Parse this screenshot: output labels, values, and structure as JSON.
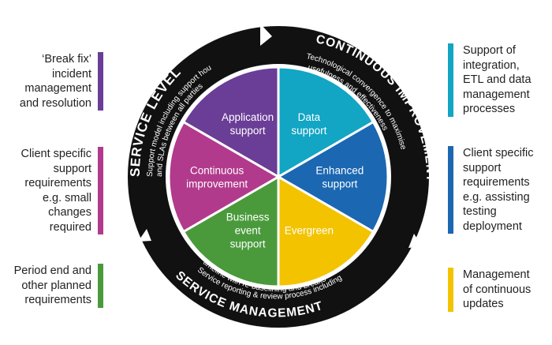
{
  "segments": [
    {
      "id": "application-support",
      "label": "Application\nsupport",
      "color": "#6a3d97"
    },
    {
      "id": "data-support",
      "label": "Data\nsupport",
      "color": "#12a5c4"
    },
    {
      "id": "enhanced-support",
      "label": "Enhanced\nsupport",
      "color": "#1b67b2"
    },
    {
      "id": "evergreen",
      "label": "Evergreen",
      "color": "#f3c300"
    },
    {
      "id": "business-event-support",
      "label": "Business\nevent\nsupport",
      "color": "#4a9a3c"
    },
    {
      "id": "continuous-improvement-segment",
      "label": "Continuous\nimprovement",
      "color": "#b23a8c"
    }
  ],
  "ring": {
    "service_level": {
      "title": "SERVICE LEVEL",
      "line1": "Support model including support hours",
      "line2": "and SLAs between all parties"
    },
    "continuous_improvement": {
      "title": "CONTINUOUS IMPROVEMENT",
      "line1": "Technological convergence to maximise",
      "line2": "usefulness and effectiveness"
    },
    "service_management": {
      "title": "SERVICE MANAGEMENT",
      "line1": "Service reporting & review process including",
      "line2": "timeline with re-baselining and breaks"
    }
  },
  "notes": {
    "left": [
      {
        "text": "‘Break fix’\nincident\nmanagement\nand resolution",
        "color": "#6a3d97"
      },
      {
        "text": "Client specific\nsupport\nrequirements\ne.g. small\nchanges\nrequired",
        "color": "#b23a8c"
      },
      {
        "text": "Period end and\nother planned\nrequirements",
        "color": "#4a9a3c"
      }
    ],
    "right": [
      {
        "text": "Support of\nintegration,\nETL and data\nmanagement\nprocesses",
        "color": "#12a5c4"
      },
      {
        "text": "Client specific\nsupport\nrequirements\ne.g. assisting\ntesting\ndeployment",
        "color": "#1b67b2"
      },
      {
        "text": "Management\nof continuous\nupdates",
        "color": "#f3c300"
      }
    ]
  }
}
